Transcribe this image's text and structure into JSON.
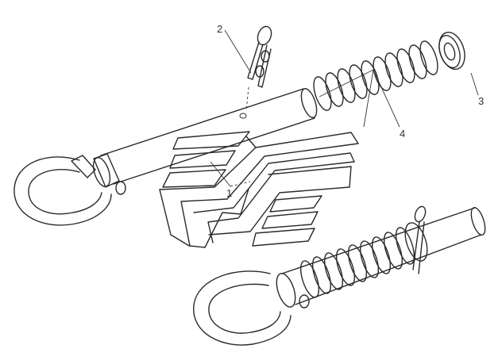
{
  "diagram": {
    "callouts": [
      {
        "id": "part-1",
        "label": "1"
      },
      {
        "id": "part-2",
        "label": "2"
      },
      {
        "id": "part-3",
        "label": "3"
      },
      {
        "id": "part-4",
        "label": "4"
      }
    ],
    "icons": {
      "tow-hook-exploded": "tow-hook-icon",
      "tow-hook-assembled": "tow-hook-icon",
      "cotter-pin": "cotter-pin-icon",
      "washer": "washer-icon",
      "spring": "spring-icon",
      "bumper-bracket": "bracket-icon"
    },
    "line_color": "#2a2a2a",
    "background": "#ffffff"
  }
}
